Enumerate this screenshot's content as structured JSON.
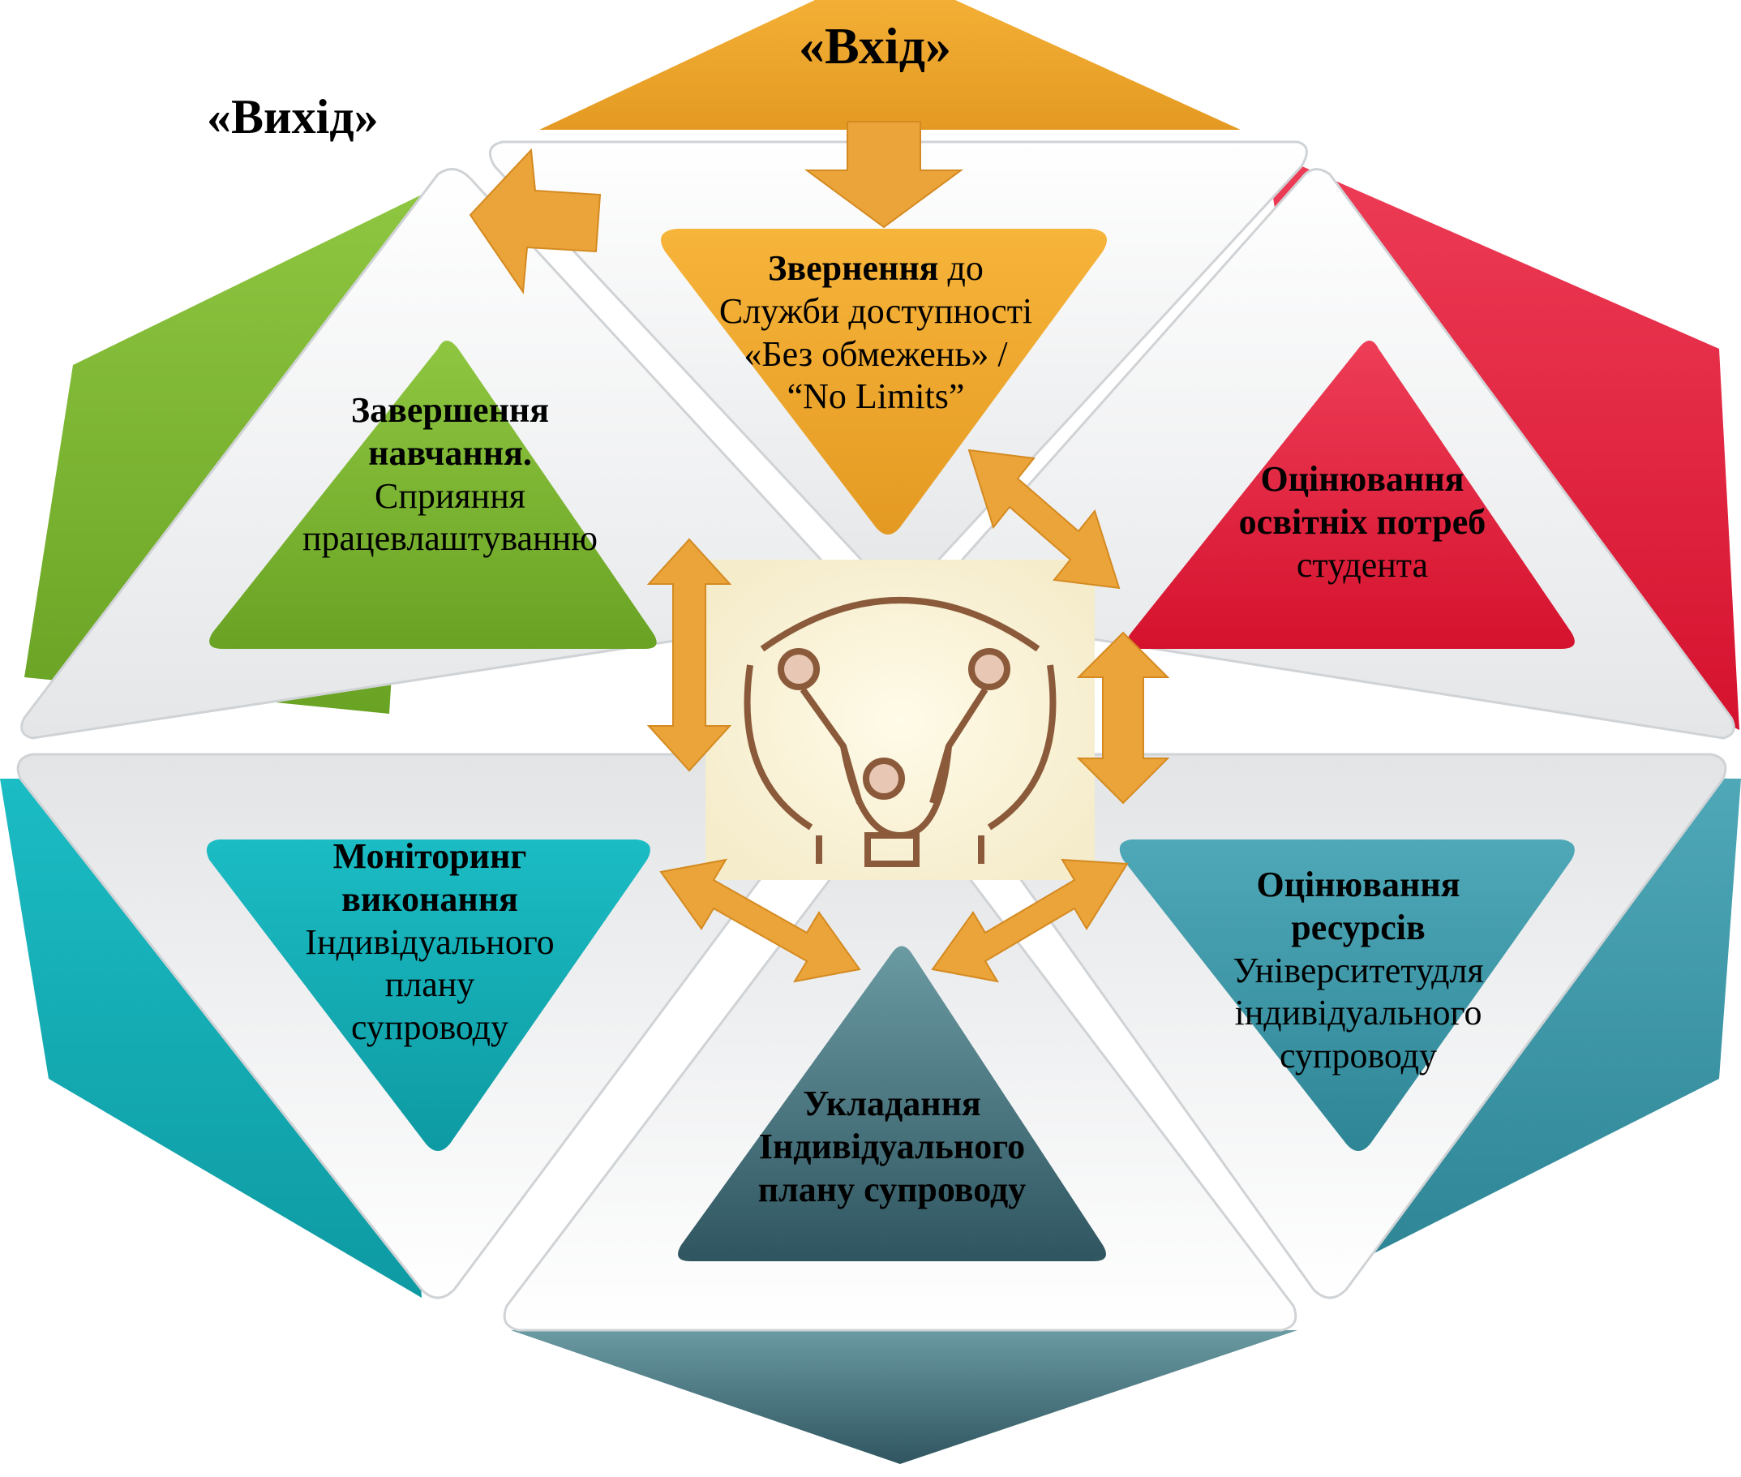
{
  "labels": {
    "entry": "«Вхід»",
    "exit": "«Вихід»"
  },
  "colors": {
    "orange": "#f2a32a",
    "red": "#e8203f",
    "green": "#7ab52c",
    "teal": "#12a6b0",
    "slate": "#4a7a84",
    "arrow": "#eba43a"
  },
  "stages": {
    "appeal": {
      "bold": "Звернення",
      "rest_line1": "до",
      "line2": "Служби доступності",
      "line3": "«Без обмежень» /",
      "line4": "“No Limits”"
    },
    "needs": {
      "line1": "Оцінювання",
      "line2": "освітніх потреб",
      "line3": "студента"
    },
    "resources": {
      "line1": "Оцінювання",
      "line2": "ресурсів",
      "line3": "Університетудля",
      "line4": "індивідуального",
      "line5": "супроводу"
    },
    "plan": {
      "line1": "Укладання",
      "line2": "Індивідуального",
      "line3": "плану супроводу"
    },
    "monitoring": {
      "line1": "Моніторинг",
      "line2": "виконання",
      "line3": "Індивідуального",
      "line4": "плану",
      "line5": "супроводу"
    },
    "completion": {
      "line1": "Завершення",
      "line2": "навчання.",
      "line3": "Сприяння",
      "line4": "працевлаштуванню"
    }
  },
  "center": {
    "icon": "people-circle-wheelchair-logo"
  }
}
